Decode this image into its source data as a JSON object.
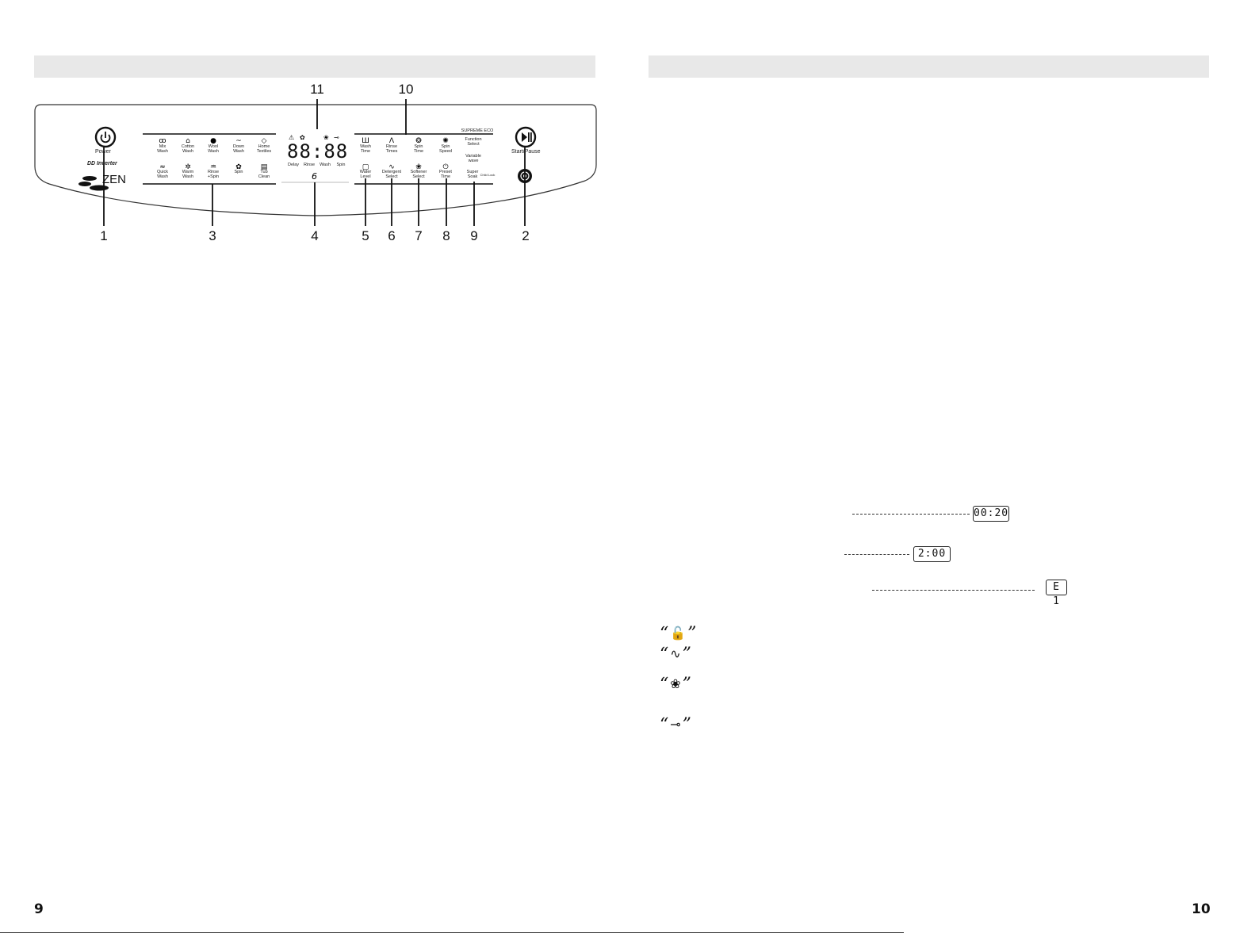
{
  "page_left": {
    "number": "9"
  },
  "page_right": {
    "number": "10"
  },
  "panel": {
    "power_label": "Power",
    "start_pause_label": "Start/Pause",
    "brand_model": "DD Inverter",
    "brand_name": "ZEN",
    "supreme_label": "SUPREME ECO",
    "left_buttons_row1": [
      "Mix\nWash",
      "Cotton\nWash",
      "Wool\nWash",
      "Down\nWash",
      "Home\nTextiles"
    ],
    "left_buttons_row2": [
      "Quick\nWash",
      "Warm\nWash",
      "Rinse\n+Spin",
      "Spin",
      "Tub\nClean"
    ],
    "display_digits": "88:88",
    "display_bottom_labels": [
      "Delay",
      "Rinse",
      "Wash",
      "Spin"
    ],
    "right_buttons_row1": [
      "Wash\nTime",
      "Rinse\nTimes",
      "Spin\nTime",
      "Spin\nSpeed"
    ],
    "right_buttons_row2": [
      "Water\nLevel",
      "Detergent\nSelect",
      "Softener\nSelect",
      "Preset\nTime",
      "Super\nSoak"
    ],
    "function_select": "Function\nSelect",
    "variable_wave": "Variable\nwave",
    "child_lock": "Child Lock"
  },
  "callouts": {
    "top": [
      "11",
      "10"
    ],
    "bottom": [
      "1",
      "3",
      "4",
      "5",
      "6",
      "7",
      "8",
      "9",
      "2"
    ]
  },
  "display_examples": {
    "time_remaining": "00:20",
    "preset_time": "2:00",
    "error_code": "E 1"
  },
  "indicator_icons": [
    "lock-icon",
    "detergent-icon",
    "softener-icon",
    "key-icon"
  ]
}
